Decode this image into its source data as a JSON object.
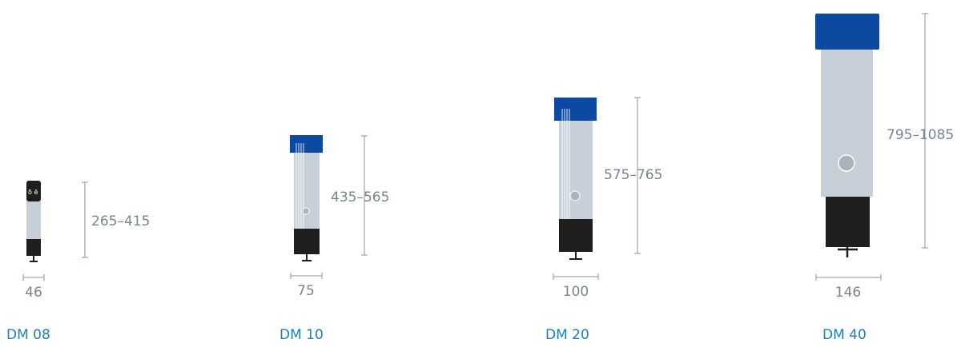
{
  "colors": {
    "cap_blue": "#0b4aa0",
    "body_gray": "#c7d0d8",
    "base_black": "#1e1e1e",
    "dimension_gray": "#7b848c",
    "label_blue": "#1d7fc1"
  },
  "models": [
    {
      "name": "DM 08",
      "height_range": "265–415",
      "width": "46",
      "cap_color": "black"
    },
    {
      "name": "DM 10",
      "height_range": "435–565",
      "width": "75",
      "cap_color": "blue"
    },
    {
      "name": "DM 20",
      "height_range": "575–765",
      "width": "100",
      "cap_color": "blue"
    },
    {
      "name": "DM 40",
      "height_range": "795–1085",
      "width": "146",
      "cap_color": "blue"
    }
  ]
}
